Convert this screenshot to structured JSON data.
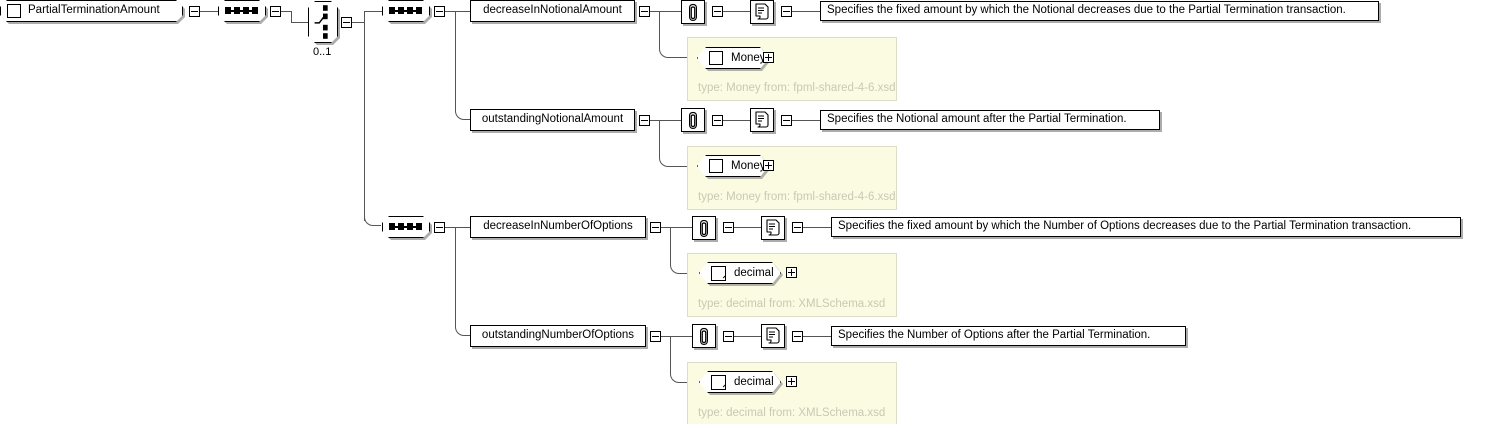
{
  "diagram": {
    "title": "PartialTerminationAmount",
    "type": "xsd-schema-tree",
    "root": {
      "name": "PartialTerminationAmount",
      "icon": "element-complex-icon"
    },
    "choice": {
      "occurs": "0..1",
      "icon": "choice-compositor-icon"
    },
    "sequence_icon": "sequence-compositor-icon",
    "attribute_icon": "attribute-clip-icon",
    "documentation_icon": "documentation-scroll-icon",
    "branches": [
      {
        "id": "branch-1",
        "elements": [
          {
            "name": "decreaseInNotionalAmount",
            "documentation": "Specifies the fixed amount by which the Notional decreases due to the Partial Termination transaction.",
            "type_name": "Money",
            "type_icon": "complex-type-icon",
            "type_source": "type: Money from: fpml-shared-4-6.xsd"
          },
          {
            "name": "outstandingNotionalAmount",
            "documentation": "Specifies the Notional amount after the Partial Termination.",
            "type_name": "Money",
            "type_icon": "complex-type-icon",
            "type_source": "type: Money from: fpml-shared-4-6.xsd"
          }
        ]
      },
      {
        "id": "branch-2",
        "elements": [
          {
            "name": "decreaseInNumberOfOptions",
            "documentation": "Specifies the fixed amount by which the Number of Options decreases due to the Partial Termination transaction.",
            "type_name": "decimal",
            "type_icon": "simple-type-icon",
            "type_source": "type: decimal from: XMLSchema.xsd"
          },
          {
            "name": "outstandingNumberOfOptions",
            "documentation": "Specifies the Number of Options after the Partial Termination.",
            "type_name": "decimal",
            "type_icon": "simple-type-icon",
            "type_source": "type: decimal from: XMLSchema.xsd"
          }
        ]
      }
    ],
    "colors": {
      "line": "#555555",
      "node_border": "#000000",
      "node_fill": "#ffffff",
      "type_panel_fill": "#fbfbe2",
      "type_panel_border": "#dedec8",
      "type_panel_text": "#c9c9b4",
      "shadow": "#808080"
    }
  }
}
